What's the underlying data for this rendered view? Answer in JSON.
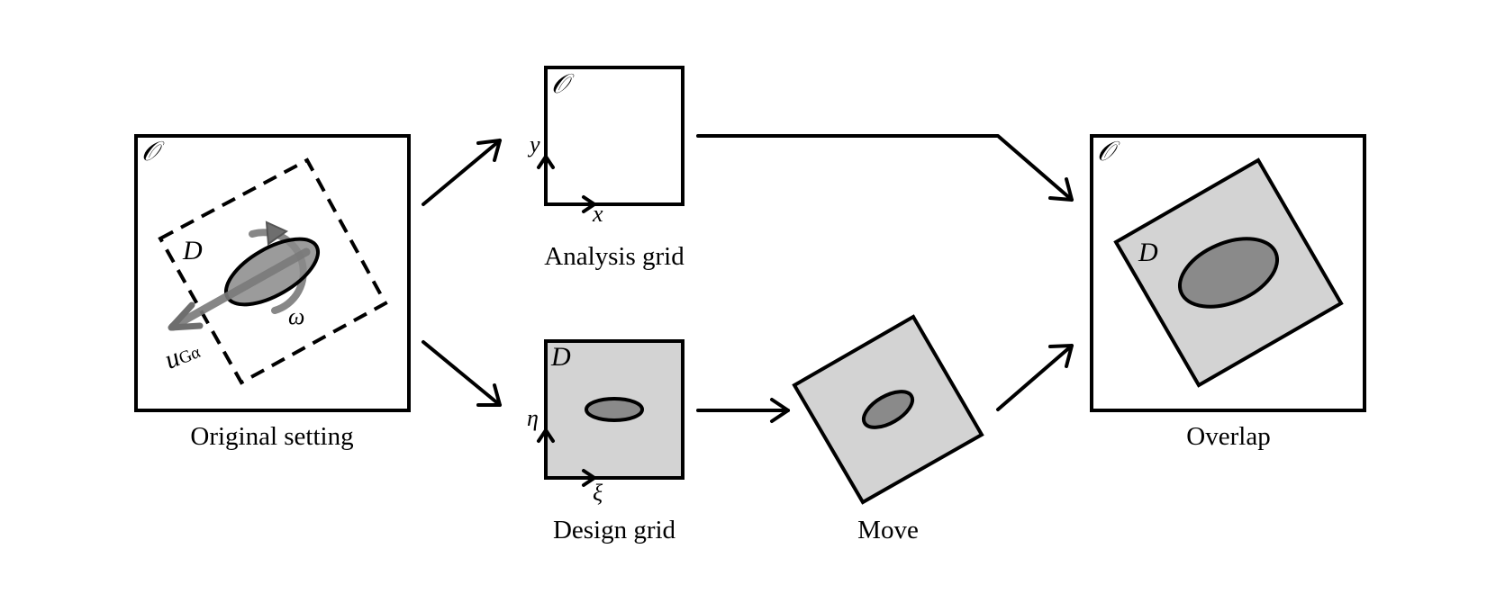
{
  "labels": {
    "original_caption": "Original setting",
    "analysis_caption": "Analysis grid",
    "design_caption": "Design grid",
    "move_caption": "Move",
    "overlap_caption": "Overlap",
    "domain_O": "𝒪",
    "domain_D": "D",
    "axis_x": "x",
    "axis_y": "y",
    "axis_xi": "ξ",
    "axis_eta": "η",
    "omega": "ω",
    "velocity_main": "u",
    "velocity_sub": "Gα"
  },
  "colors": {
    "stroke": "#000000",
    "domain_fill": "#d3d3d3",
    "body_fill": "#8a8a8a",
    "motion_gray": "#7a7a7a"
  }
}
